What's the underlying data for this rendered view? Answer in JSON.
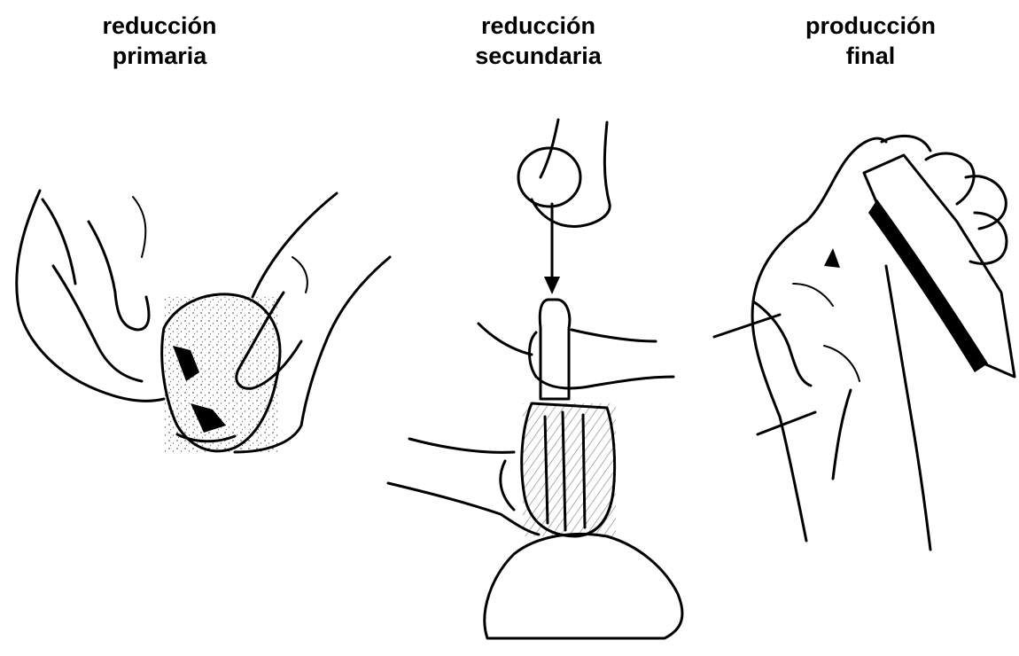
{
  "captions": {
    "primary": {
      "line1": "reducción",
      "line2": "primaria"
    },
    "secondary": {
      "line1": "reducción",
      "line2": "secundaria"
    },
    "final": {
      "line1": "producción",
      "line2": "final"
    }
  }
}
